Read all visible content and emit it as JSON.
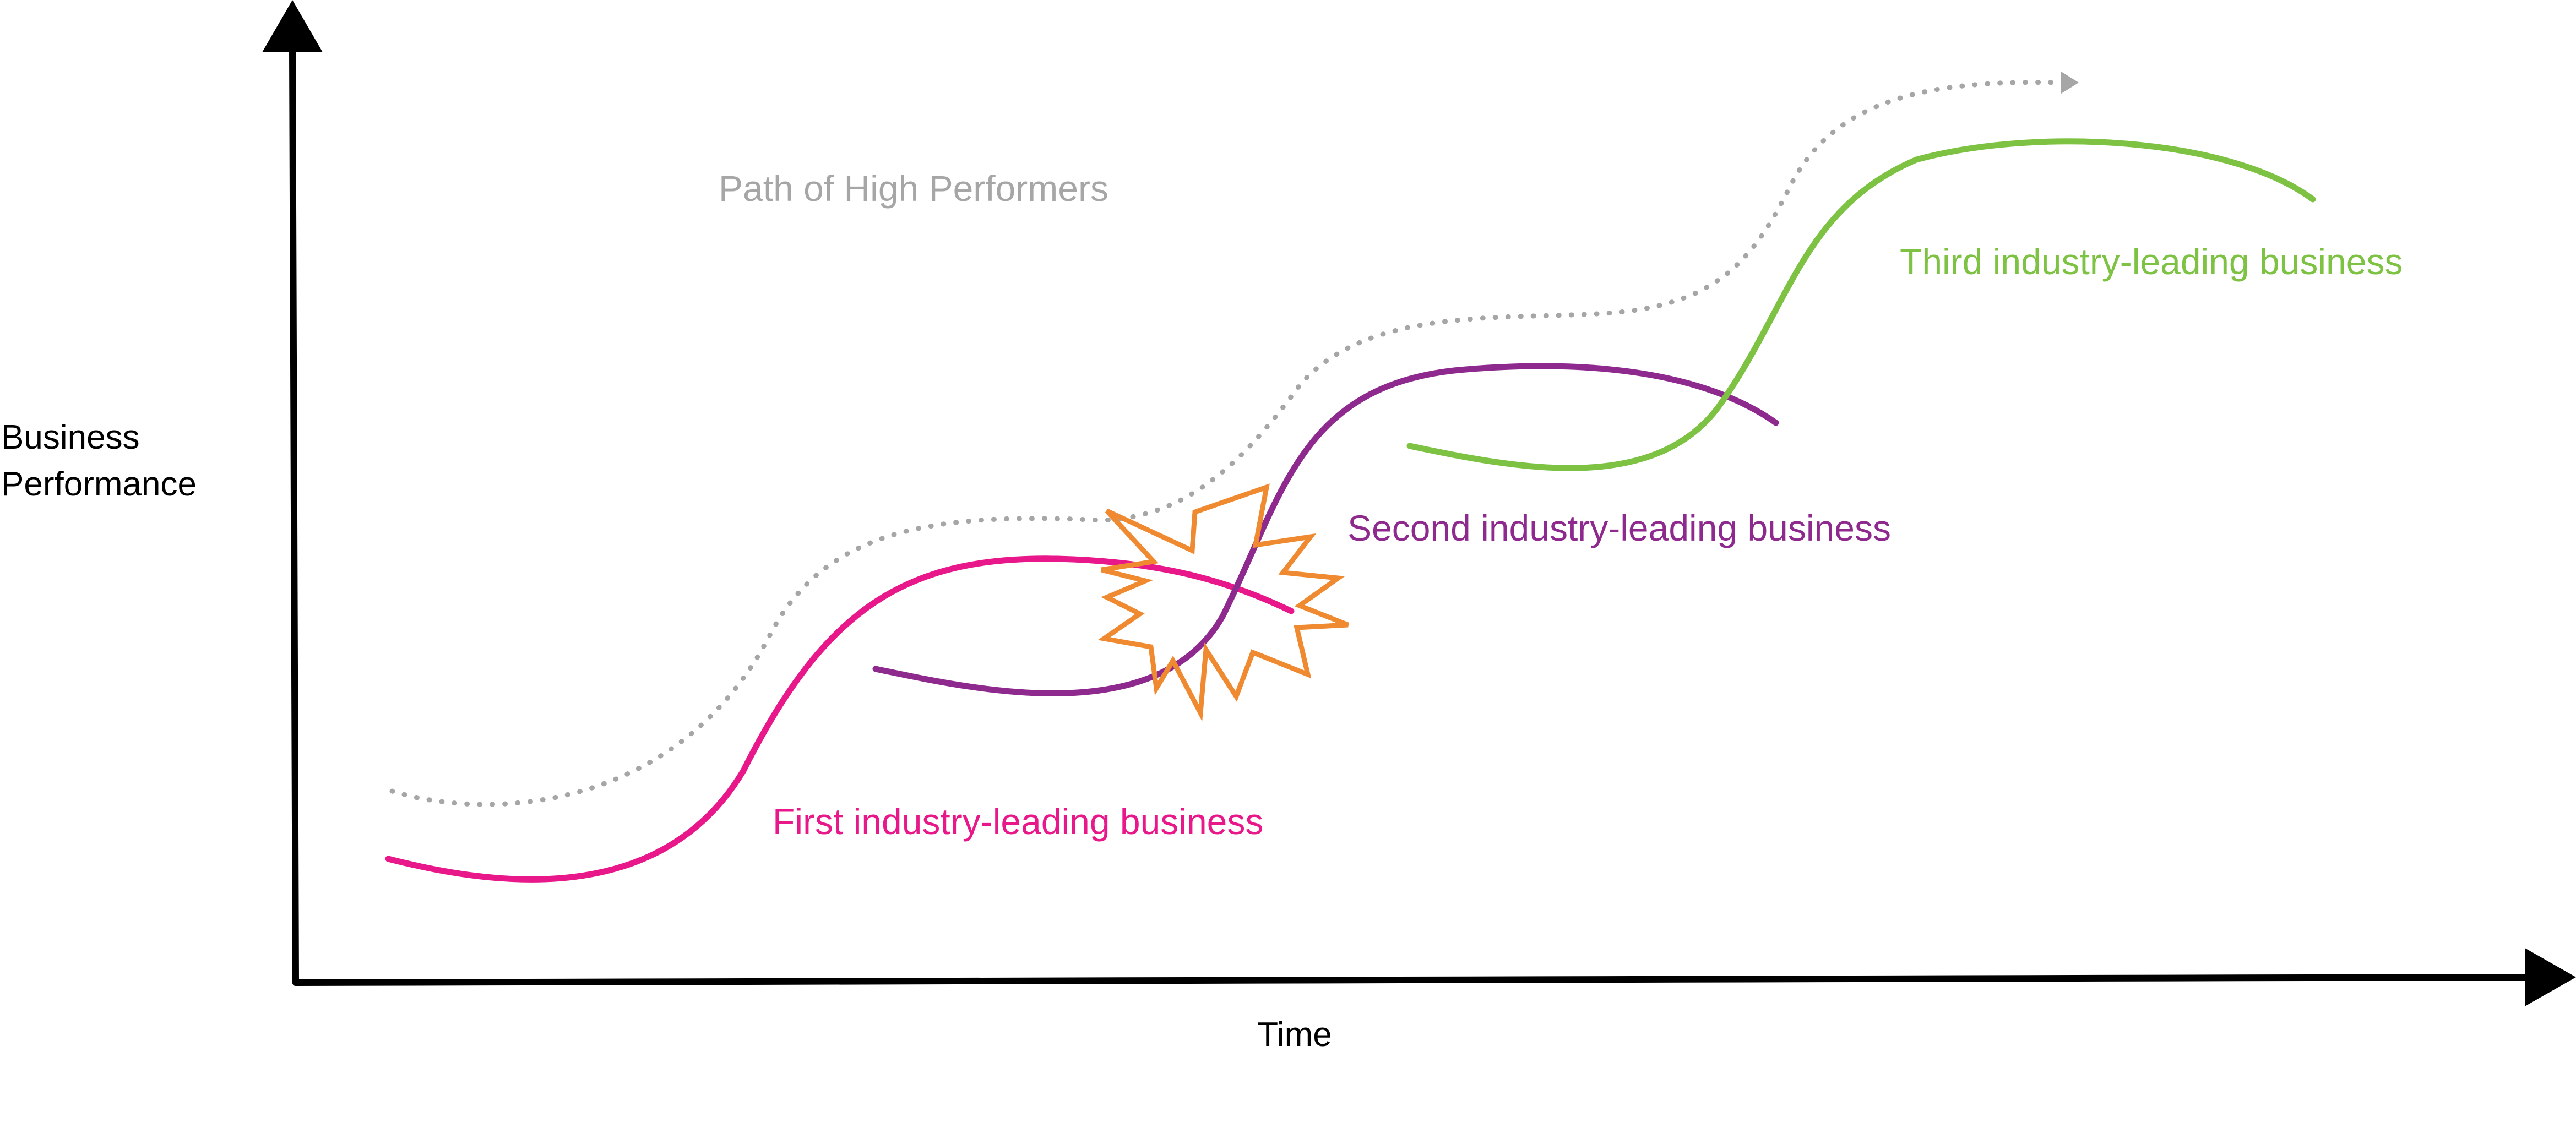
{
  "axes": {
    "y_label_line1": "Business",
    "y_label_line2": "Performance",
    "x_label": "Time",
    "axis_color": "#000000",
    "label_color": "#000000"
  },
  "path_of_high_performers": {
    "label": "Path of High Performers",
    "color": "#a6a6a6",
    "style": "dotted",
    "arrowhead": "arrow"
  },
  "curves": [
    {
      "id": "first",
      "label": "First industry-leading business",
      "color": "#e8178a"
    },
    {
      "id": "second",
      "label": "Second industry-leading business",
      "color": "#8e2a8e"
    },
    {
      "id": "third",
      "label": "Third industry-leading business",
      "color": "#7dc242"
    }
  ],
  "disruption_burst": {
    "icon": "starburst-icon",
    "color": "#f08a30"
  }
}
